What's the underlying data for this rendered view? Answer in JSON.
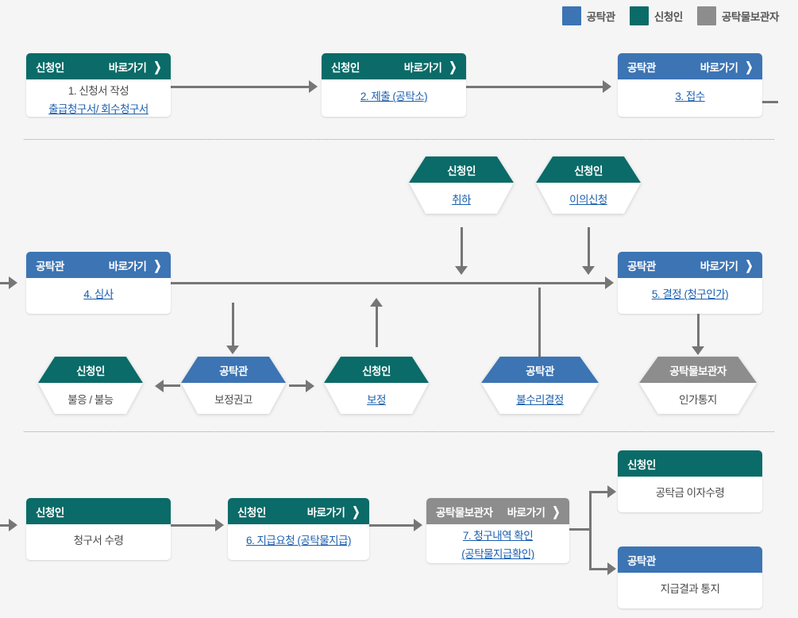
{
  "legend": {
    "items": [
      {
        "label": "공탁관",
        "color": "#3c74b4",
        "key": "blue"
      },
      {
        "label": "신청인",
        "color": "#0a6b68",
        "key": "teal"
      },
      {
        "label": "공탁물보관자",
        "color": "#8d8d8d",
        "key": "gray"
      }
    ]
  },
  "common": {
    "goto_label": "바로가기",
    "chevron": "❯"
  },
  "nodes": {
    "apply_write": {
      "actor": "신청인",
      "goto": "바로가기",
      "line1": "1. 신청서 작성",
      "line2": "출급청구서/ 회수청구서"
    },
    "submit": {
      "actor": "신청인",
      "goto": "바로가기",
      "line1": "2. 제출 (공탁소)"
    },
    "receipt": {
      "actor": "공탁관",
      "goto": "바로가기",
      "line1": "3. 접수"
    },
    "review": {
      "actor": "공탁관",
      "goto": "바로가기",
      "line1": "4. 심사"
    },
    "decision": {
      "actor": "공탁관",
      "goto": "바로가기",
      "line1": "5. 결정 (청구인가)"
    },
    "withdraw": {
      "actor": "신청인",
      "line1": "취하"
    },
    "objection": {
      "actor": "신청인",
      "line1": "이의신청"
    },
    "noncompliance": {
      "actor": "신청인",
      "line1": "불응 / 불능"
    },
    "correction_rec": {
      "actor": "공탁관",
      "line1": "보정권고"
    },
    "correction": {
      "actor": "신청인",
      "line1": "보정"
    },
    "rejection": {
      "actor": "공탁관",
      "line1": "불수리결정"
    },
    "approval_note": {
      "actor": "공탁물보관자",
      "line1": "인가통지"
    },
    "claim_receive": {
      "actor": "신청인",
      "line1": "청구서 수령"
    },
    "pay_request": {
      "actor": "신청인",
      "goto": "바로가기",
      "line1": "6. 지급요청 (공탁물지급)"
    },
    "claim_check": {
      "actor": "공탁물보관자",
      "goto": "바로가기",
      "line1": "7. 청구내역 확인",
      "line2": "(공탁물지급확인)"
    },
    "interest": {
      "actor": "신청인",
      "line1": "공탁금 이자수령"
    },
    "pay_result": {
      "actor": "공탁관",
      "line1": "지급결과 통지"
    }
  }
}
